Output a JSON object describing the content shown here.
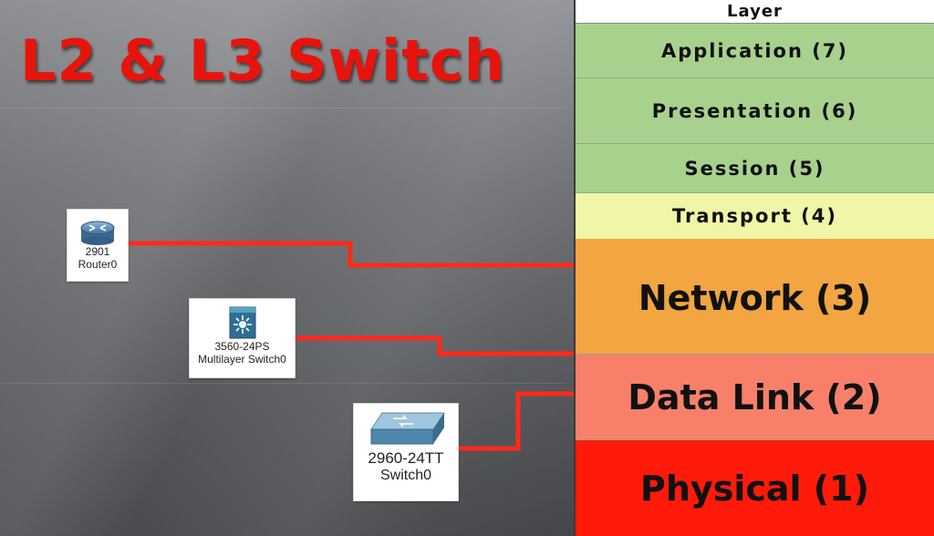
{
  "title": "L2 & L3 Switch",
  "colors": {
    "title": "#e8140c",
    "wire": "#ff2a1a",
    "application": "#a9d18e",
    "presentation": "#a9d18e",
    "session": "#a9d18e",
    "transport": "#f1f5a8",
    "network": "#f2a541",
    "datalink": "#f8806a",
    "physical": "#ff1a0a"
  },
  "devices": {
    "router": {
      "model": "2901",
      "name": "Router0",
      "icon": "router-icon"
    },
    "multilayer": {
      "model": "3560-24PS",
      "name": "Multilayer Switch0",
      "icon": "multilayer-switch-icon"
    },
    "switch": {
      "model": "2960-24TT",
      "name": "Switch0",
      "icon": "switch-icon"
    }
  },
  "osi": {
    "header": "Layer",
    "layers": [
      {
        "key": "application",
        "label": "Application (7)"
      },
      {
        "key": "presentation",
        "label": "Presentation (6)"
      },
      {
        "key": "session",
        "label": "Session (5)"
      },
      {
        "key": "transport",
        "label": "Transport (4)"
      },
      {
        "key": "network",
        "label": "Network (3)"
      },
      {
        "key": "datalink",
        "label": "Data Link (2)"
      },
      {
        "key": "physical",
        "label": "Physical (1)"
      }
    ]
  },
  "connections": [
    {
      "from": "router",
      "to": "network"
    },
    {
      "from": "multilayer",
      "to": "network"
    },
    {
      "from": "switch",
      "to": "datalink"
    }
  ]
}
